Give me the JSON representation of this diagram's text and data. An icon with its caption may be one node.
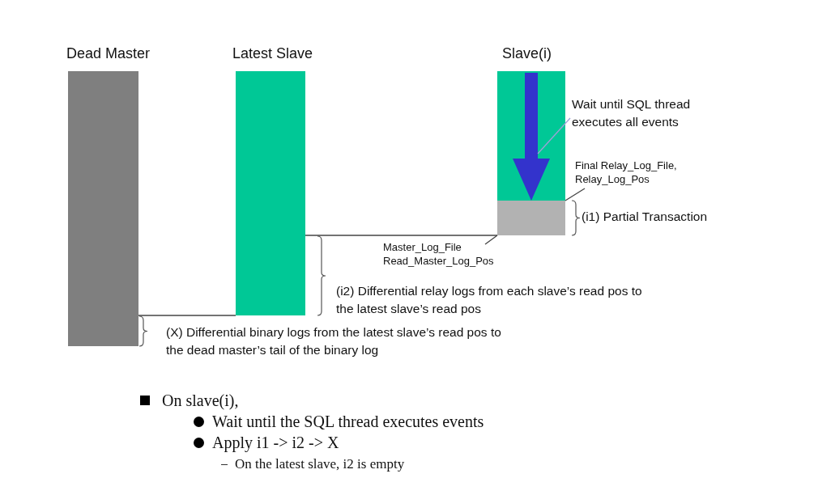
{
  "diagram": {
    "nodes": [
      {
        "text": [
          "Dead Master"
        ]
      },
      {
        "text": [
          "Latest Slave"
        ]
      },
      {
        "text": [
          "Slave(i)"
        ]
      },
      {
        "text": [],
        "shape": "arrow",
        "in": 2
      },
      {
        "text": [],
        "shape": "box",
        "beside": [
          "(i1) Partial Transaction"
        ]
      },
      {
        "text": [
          "Wait until SQL thread executes all events"
        ]
      },
      {
        "text": [
          "Final Relay_Log_File, Relay_Log_Pos"
        ]
      },
      {
        "text": [
          "Master_Log_File Read_Master_Log_Pos"
        ]
      }
    ],
    "edges": [
      {
        "from": 5,
        "to": 3,
        "arrow": "none",
        "color": "#9fa0d8"
      },
      {
        "from": 6,
        "to": 4,
        "arrow": "none"
      },
      {
        "from": 7,
        "to": 4,
        "arrow": "none"
      },
      {
        "from": 1,
        "to": 4,
        "arrow": "none"
      },
      {
        "from": 0,
        "to": 1,
        "arrow": "none"
      }
    ],
    "labels": [
      "(i2) Differential relay logs from each slave’s read pos to the latest slave’s read pos",
      "(X) Differential binary logs from the latest slave’s read pos to the dead master’s tail of the binary log",
      "On slave(i),",
      "Wait until the SQL thread executes events",
      "Apply i1 -> i2 -> X",
      "On the latest slave, i2 is empty"
    ]
  }
}
